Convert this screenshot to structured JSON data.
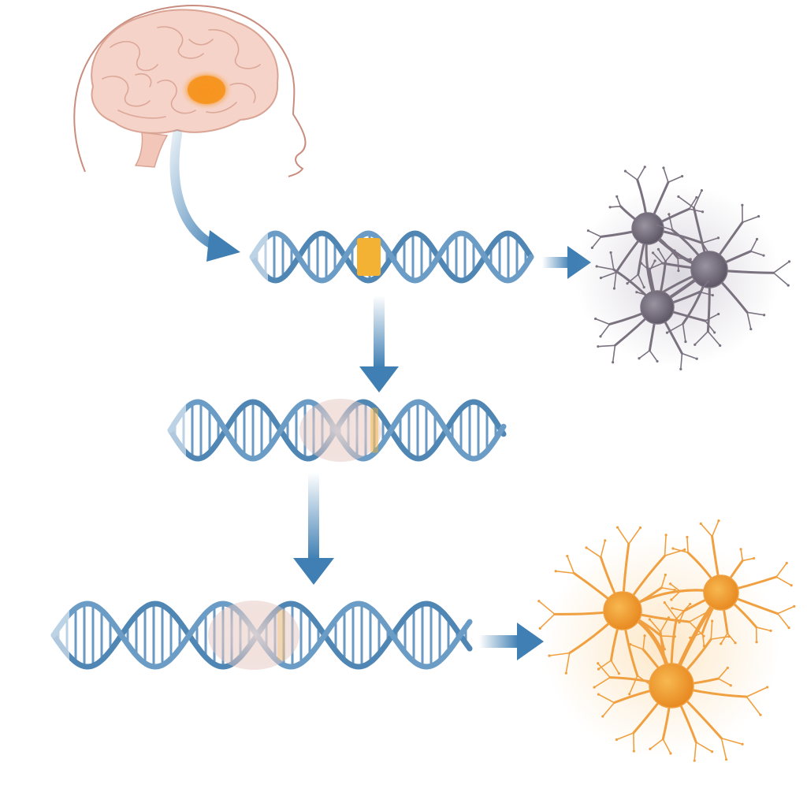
{
  "colors": {
    "background": "#ffffff",
    "brain_fill": "#f6d3c8",
    "brain_outline": "#d9a494",
    "head_outline": "#c98d7f",
    "brain_highlight": "#f39a2a",
    "dna_strand": "#4f86b4",
    "dna_rung": "#5a8fbd",
    "gene_marker": "#f3b233",
    "repair_patch": "#e8ccc6",
    "arrow": "#3f7fb3",
    "neuron_unhealthy": "#7b7280",
    "neuron_unhealthy_glow": "#bdb6c4",
    "neuron_healthy": "#f0a040",
    "neuron_healthy_glow": "#fbd9a6"
  },
  "icons": {
    "brain": "brain-head-icon",
    "dna_mutated": "dna-helix-mutated-icon",
    "dna_editing": "dna-helix-editing-icon",
    "dna_corrected": "dna-helix-corrected-icon",
    "neurons_unhealthy": "neuron-cluster-gray-icon",
    "neurons_healthy": "neuron-cluster-orange-icon",
    "arrow": "arrow-icon"
  },
  "gene_marker_level": {
    "mutated": 1.0,
    "editing": 0.45,
    "corrected": 0.25
  }
}
